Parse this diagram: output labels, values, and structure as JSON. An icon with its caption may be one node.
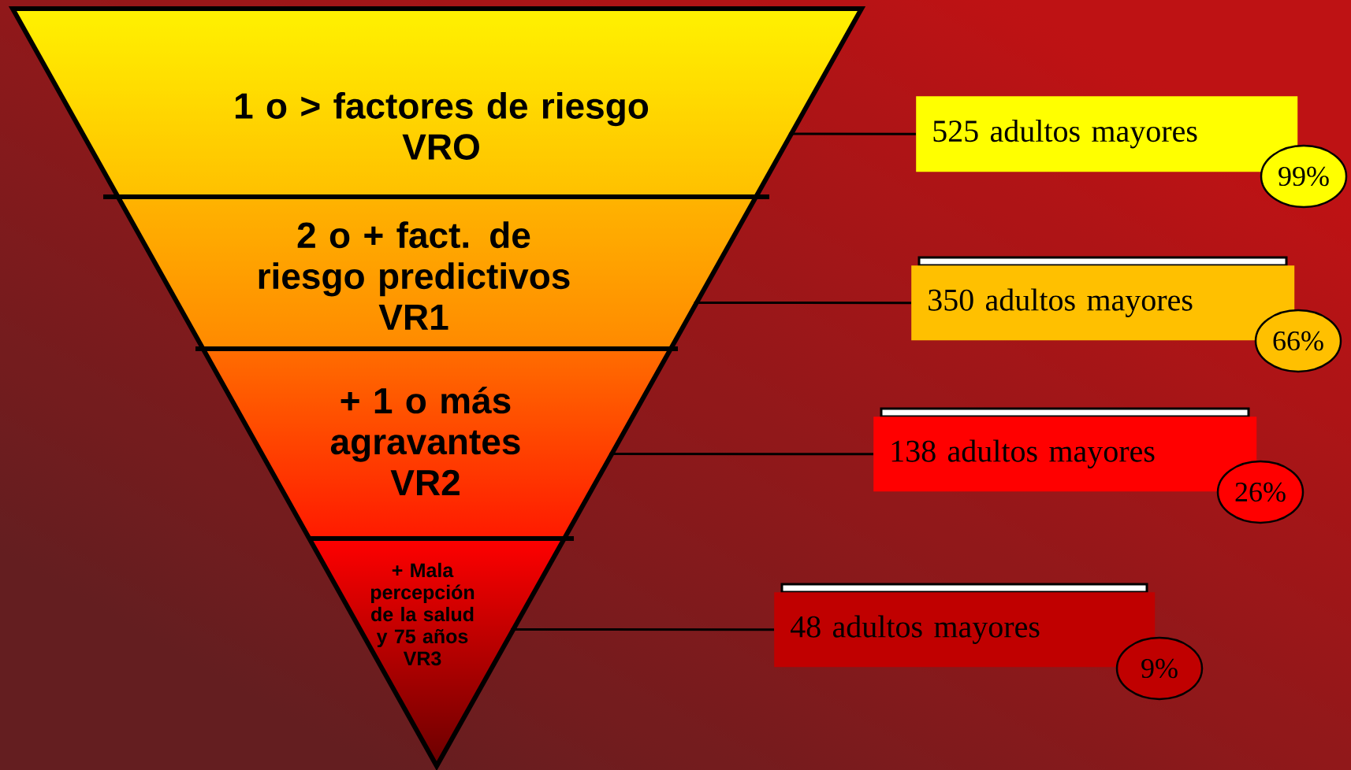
{
  "diagram": {
    "nodes": [
      {
        "text": [
          "1 o > factores de riesgo",
          "VRO"
        ]
      },
      {
        "text": [
          "2 o + fact. de riesgo predictivos",
          "VR1"
        ]
      },
      {
        "text": [
          "+ 1 o más agravantes",
          "VR2"
        ]
      },
      {
        "text": [
          "+ Mala percepción de la salud y 75 años",
          "VR3"
        ]
      },
      {
        "text": [
          "525 adultos mayores"
        ]
      },
      {
        "text": [
          "350 adultos mayores"
        ]
      },
      {
        "text": [
          "138 adultos mayores"
        ]
      },
      {
        "text": [
          "48 adultos mayores"
        ]
      },
      {
        "text": [
          "99%"
        ]
      },
      {
        "text": [
          "66%"
        ]
      },
      {
        "text": [
          "26%"
        ]
      },
      {
        "text": [
          "9%"
        ]
      }
    ],
    "edges": [
      {
        "from": 0,
        "to": 4,
        "arrow": "none"
      },
      {
        "from": 1,
        "to": 5,
        "arrow": "none"
      },
      {
        "from": 2,
        "to": 6,
        "arrow": "none"
      },
      {
        "from": 3,
        "to": 7,
        "arrow": "none"
      }
    ]
  }
}
